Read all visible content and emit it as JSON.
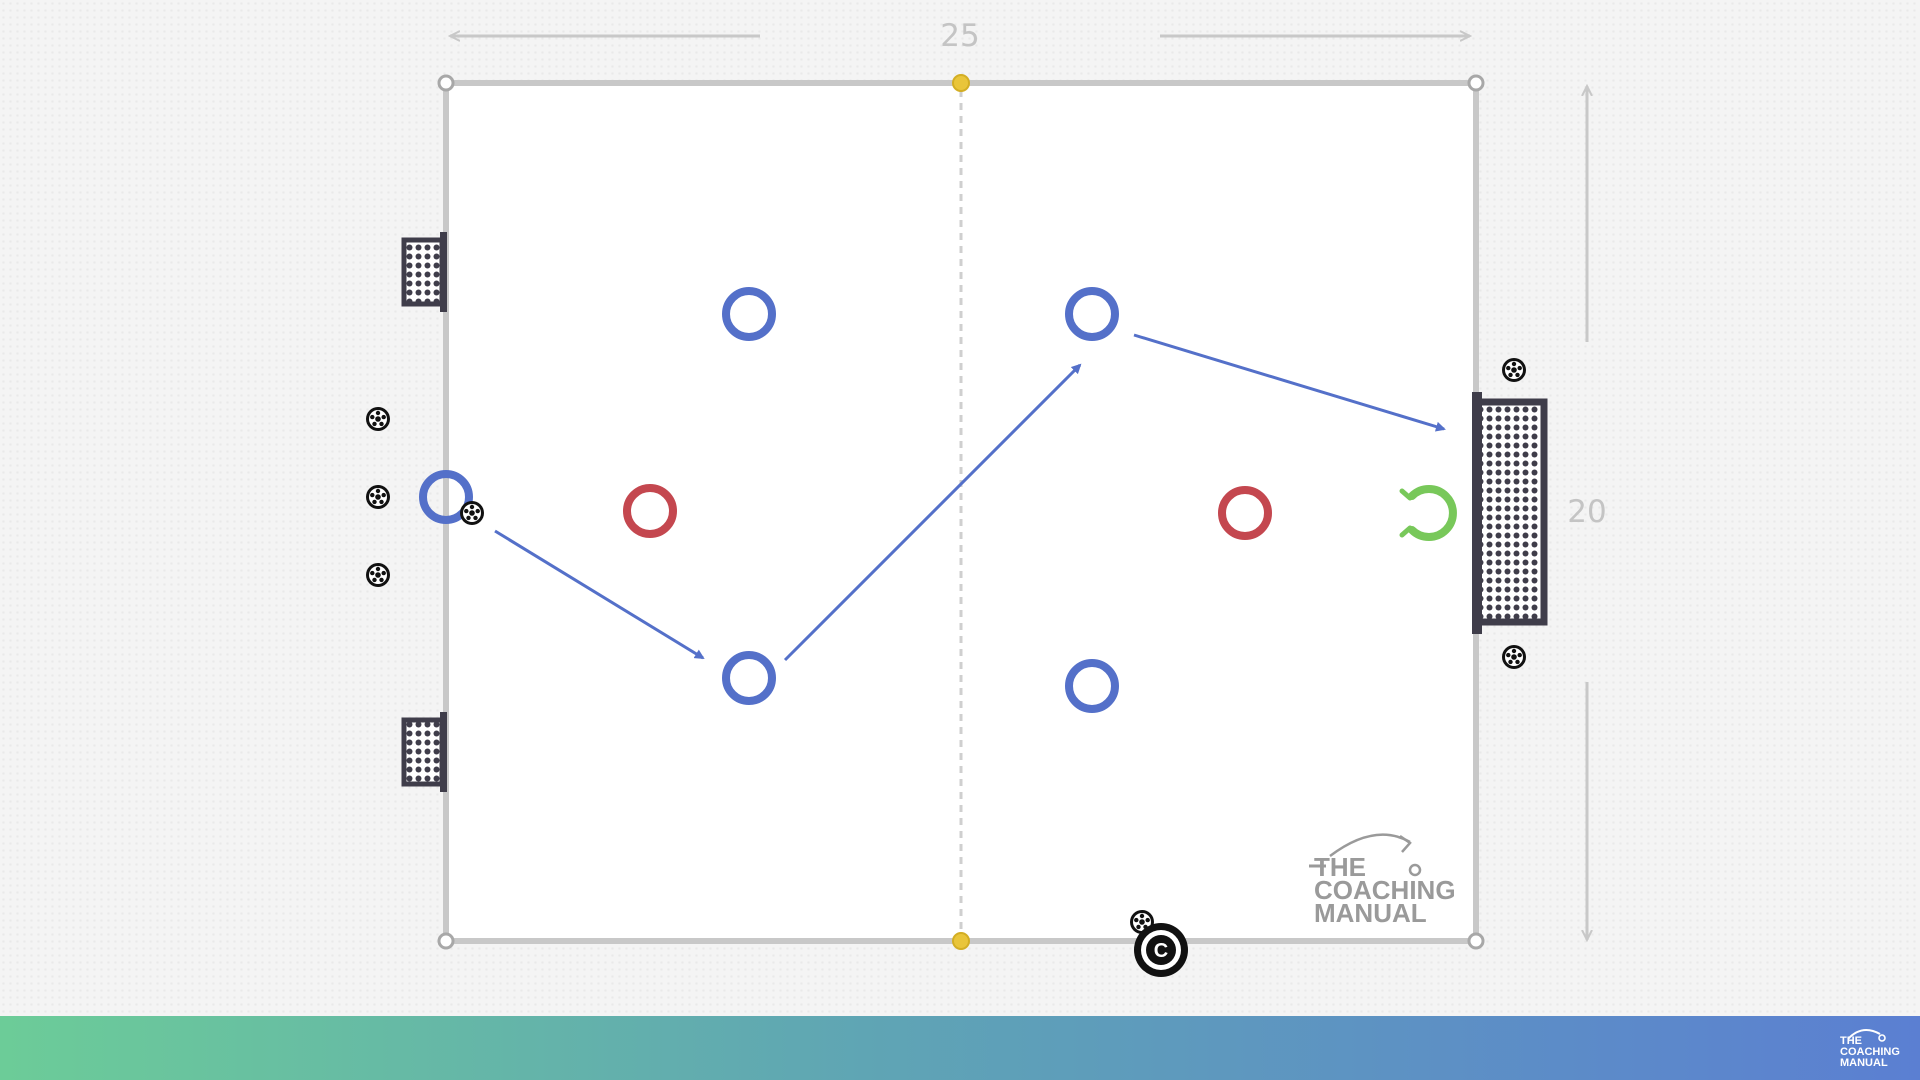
{
  "dimensions": {
    "width_label": "25",
    "height_label": "20"
  },
  "branding": {
    "line1": "THE",
    "line2": "COACHING",
    "line3": "MANUAL"
  },
  "coach": {
    "label": "C"
  },
  "colors": {
    "pitch_line": "#c8c8c8",
    "team_blue": "#5470c9",
    "team_red": "#c4474f",
    "goalkeeper_green": "#78c85a",
    "cone_yellow": "#e9c53a",
    "goal_dark": "#3f3d4a",
    "pass_arrow": "#5470c9"
  },
  "icons": [
    "ball-icon",
    "mini-goal-icon",
    "full-goal-icon",
    "cone-icon",
    "coach-icon",
    "pass-arrow-icon"
  ]
}
